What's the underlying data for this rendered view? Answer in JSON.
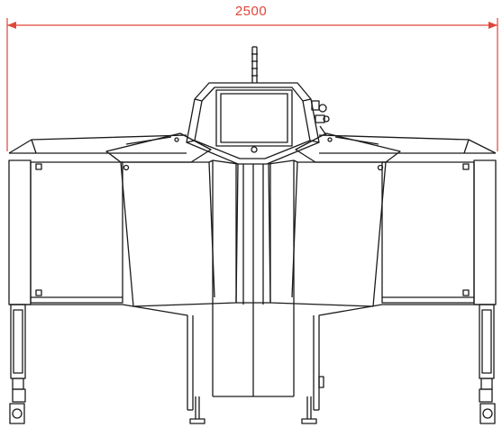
{
  "dimension": {
    "value": "2500",
    "color": "#e0453a"
  },
  "line_color": "#1a1a1a",
  "parts": [
    "signal-tower-icon",
    "touchscreen-display",
    "control-cabinet",
    "side-wings",
    "swing-doors",
    "central-column",
    "adjustable-feet",
    "caster-wheels"
  ]
}
